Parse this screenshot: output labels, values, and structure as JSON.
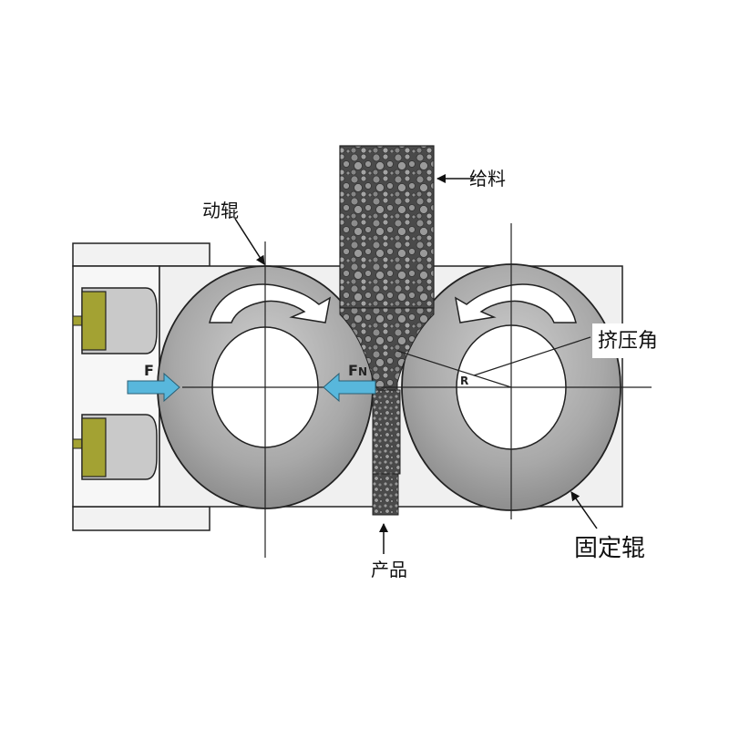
{
  "labels": {
    "feed": "给料",
    "moving_roll": "动辊",
    "nip_angle": "挤压角",
    "product": "产品",
    "fixed_roll": "固定辊",
    "force_left": "F",
    "force_right_main": "F",
    "force_right_sub": "N",
    "radius": "R"
  },
  "colors": {
    "roll_fill": "#a9a9a9",
    "frame_fill": "#f0f0f0",
    "cylinder_fill": "#a3a233",
    "force_arrow": "#58b7dc",
    "material": "#5f5f5f"
  }
}
